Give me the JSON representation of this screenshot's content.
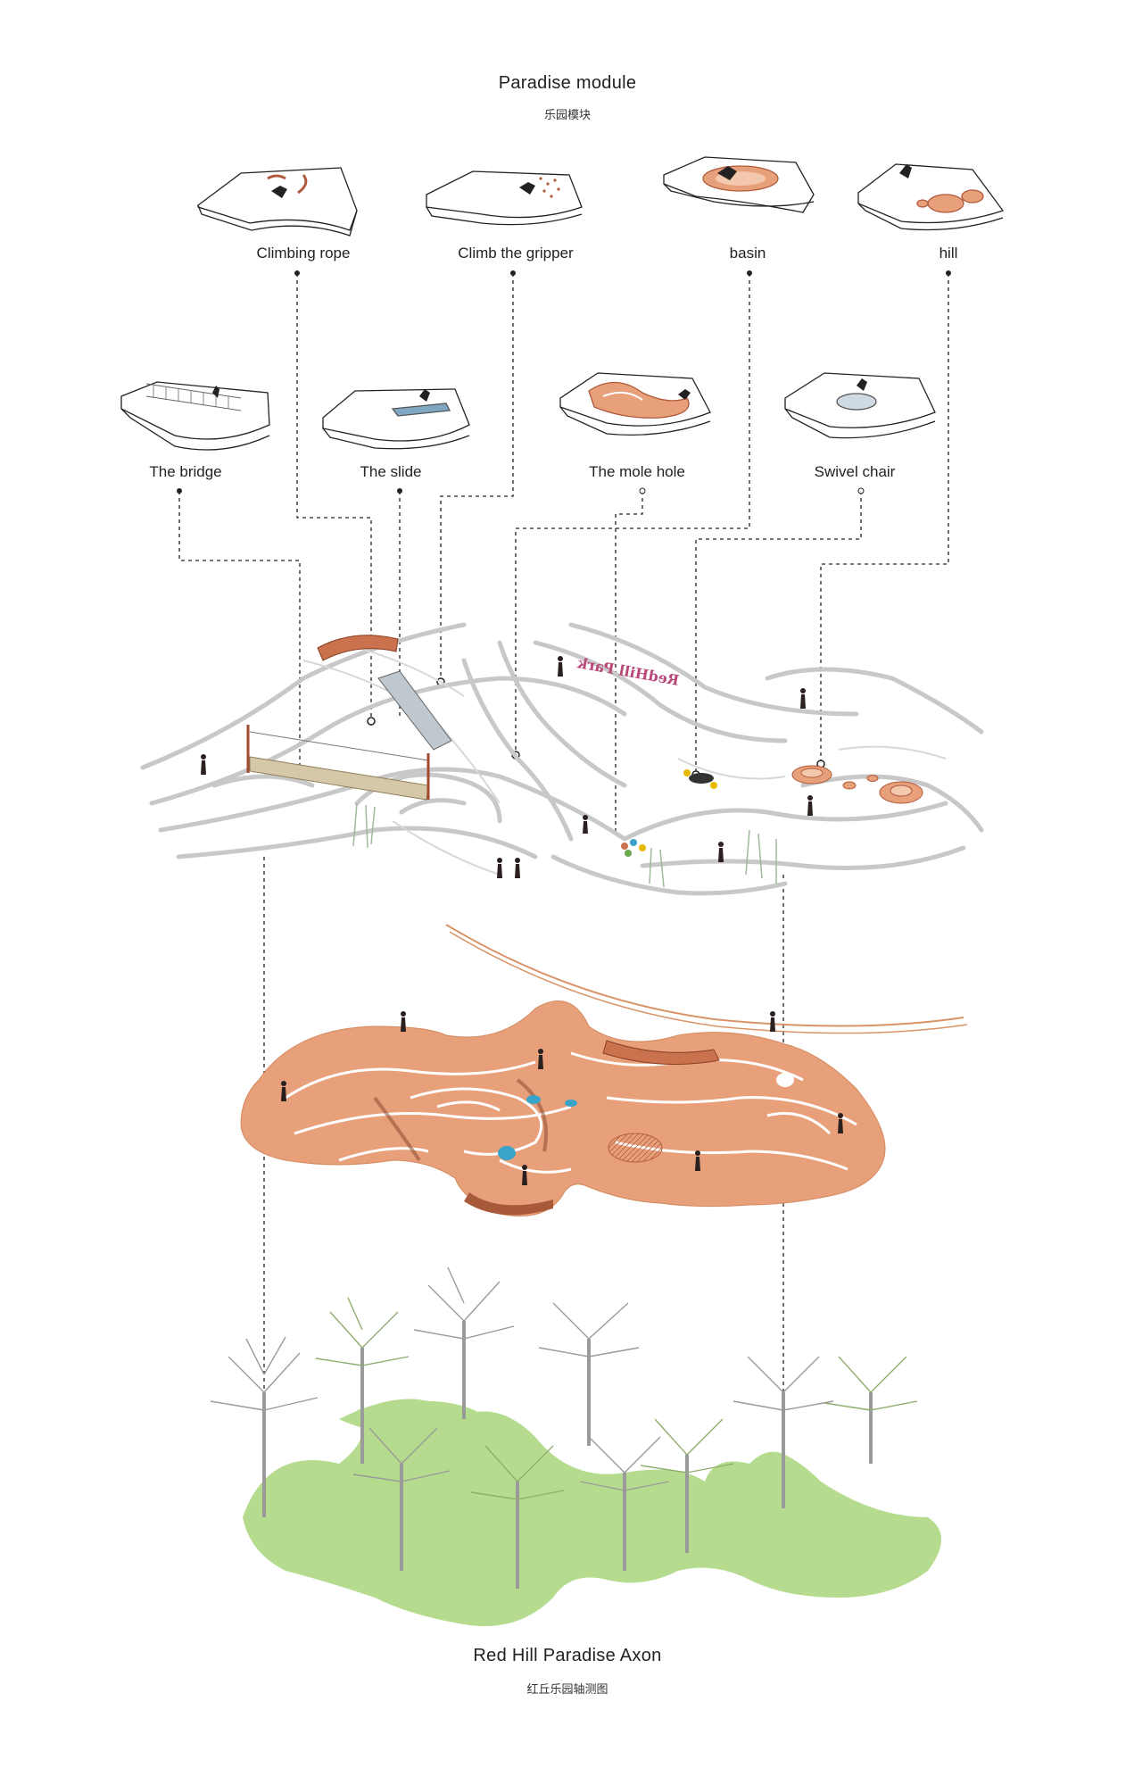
{
  "header": {
    "title": "Paradise module",
    "subtitle": "乐园模块"
  },
  "modules": {
    "row1": [
      "Climbing rope",
      "Climb the gripper",
      "basin",
      "hill"
    ],
    "row2": [
      "The bridge",
      "The slide",
      "The mole hole",
      "Swivel chair"
    ]
  },
  "park_sign": "RedHill Park",
  "footer": {
    "title": "Red Hill Paradise Axon",
    "subtitle": "红丘乐园轴测图"
  },
  "colors": {
    "terracotta": "#e8a07a",
    "terracotta_dark": "#c9724d",
    "contour_gray": "#c8c8c8",
    "grass_green": "#b5dc8e",
    "tree_gray": "#9a9a9a",
    "tree_green": "#8fae6e",
    "sign_pink": "#b9487a",
    "water_blue": "#3aa3c9"
  }
}
